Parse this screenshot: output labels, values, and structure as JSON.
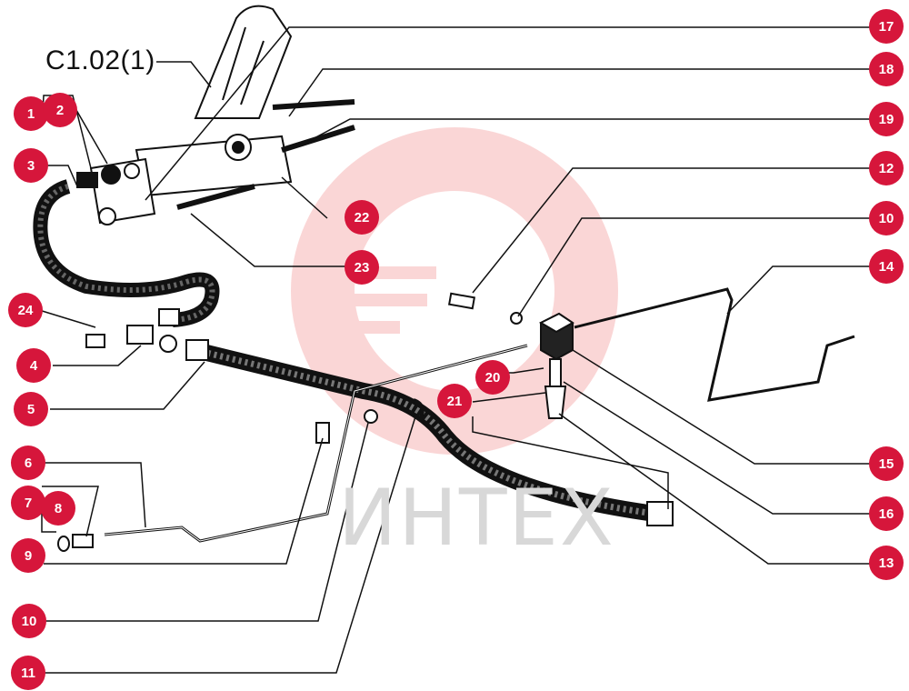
{
  "diagram": {
    "title": "C1.02(1)",
    "watermark": "ИНТЕХ",
    "accent_color": "#d6163b",
    "callouts": [
      "1",
      "2",
      "3",
      "4",
      "5",
      "6",
      "7",
      "8",
      "9",
      "10",
      "11",
      "12",
      "10",
      "14",
      "15",
      "16",
      "13",
      "17",
      "18",
      "19",
      "20",
      "21",
      "22",
      "23",
      "24"
    ]
  }
}
